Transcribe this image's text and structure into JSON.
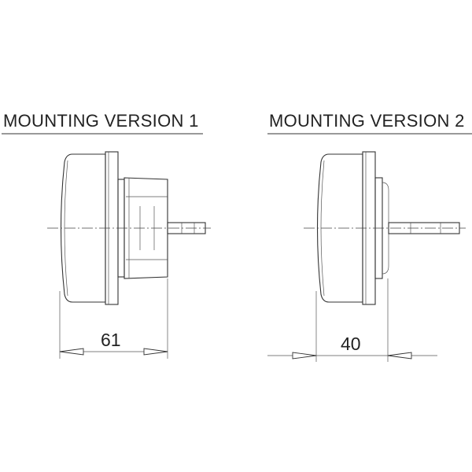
{
  "version1": {
    "title": "MOUNTING VERSION 1",
    "dimension": "61"
  },
  "version2": {
    "title": "MOUNTING VERSION 2",
    "dimension": "40"
  }
}
